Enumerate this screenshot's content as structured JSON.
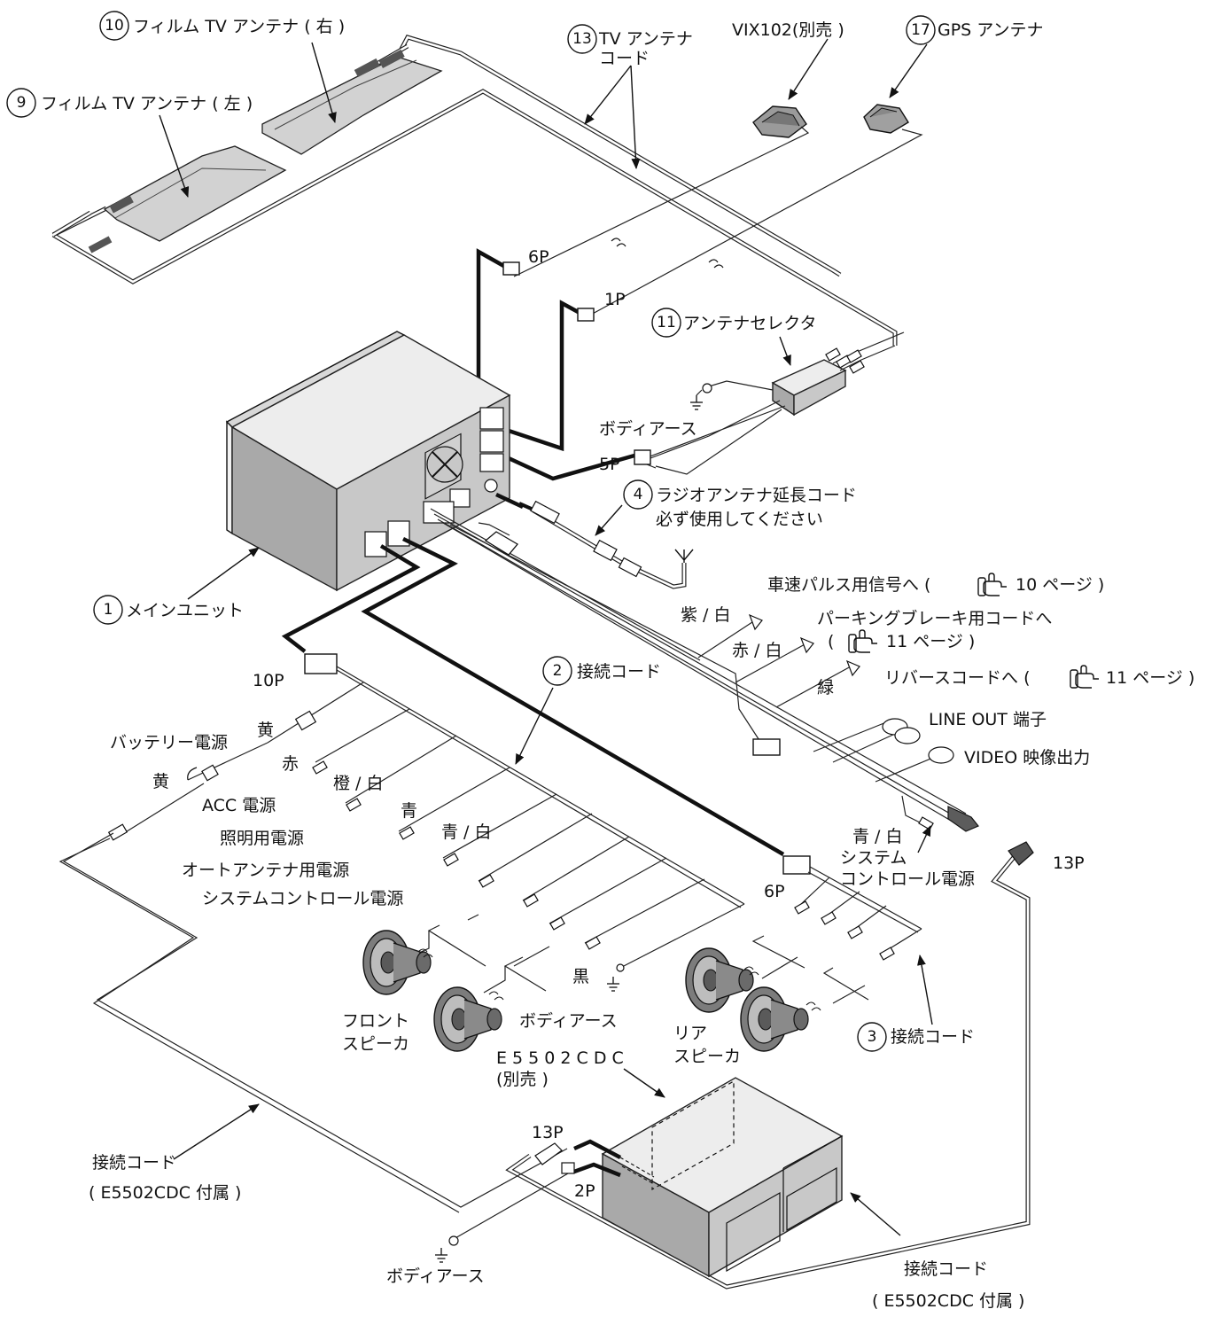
{
  "labels": {
    "film_right": "フィルム TV アンテナ ( 右 )",
    "film_left": "フィルム TV アンテナ ( 左 )",
    "tv_cord_1": "TV アンテナ",
    "tv_cord_2": "コード",
    "vix": "VIX102(別売 )",
    "gps": "GPS アンテナ",
    "selector": "アンテナセレクタ",
    "body_earth_top": "ボディアース",
    "radio_ext": "ラジオアンテナ延長コード",
    "radio_must": "必ず使用してください",
    "main_unit": "メインユニット",
    "speed_pulse": "車速パルス用信号へ (",
    "speed_pulse_page": "10 ページ )",
    "parking": "パーキングブレーキ用コードへ",
    "parking_prefix": "(",
    "parking_page": "11 ページ )",
    "reverse": "リバースコードへ (",
    "reverse_page": "11 ページ )",
    "purple_white": "紫 / 白",
    "red_white": "赤 / 白",
    "green": "緑",
    "line_out": "LINE OUT 端子",
    "video_out": "VIDEO 映像出力",
    "conn_cord_2": "接続コード",
    "conn_cord_3": "接続コード",
    "yellow_1": "黄",
    "battery": "バッテリー電源",
    "yellow_2": "黄",
    "red": "赤",
    "acc": "ACC 電源",
    "orange_white": "橙 / 白",
    "illum": "照明用電源",
    "blue": "青",
    "blue_white": "青 / 白",
    "auto_ant": "オートアンテナ用電源",
    "sys_ctrl": "システムコントロール電源",
    "blue_white_r": "青 / 白",
    "sys_r_1": "システム",
    "sys_r_2": "コントロール電源",
    "black": "黒",
    "body_earth_mid": "ボディアース",
    "front_spk_1": "フロント",
    "front_spk_2": "スピーカ",
    "rear_spk_1": "リア",
    "rear_spk_2": "スピーカ",
    "cdc_1": "E 5 5 0 2 C D C",
    "cdc_2": "(別売 )",
    "conn_e5502_l_1": "接続コード",
    "conn_e5502_l_2": "( E5502CDC 付属 )",
    "conn_e5502_r_1": "接続コード",
    "conn_e5502_r_2": "( E5502CDC 付属 )",
    "body_earth_bot": "ボディアース"
  },
  "pins": {
    "p6_top": "6P",
    "p1": "1P",
    "p5": "5P",
    "p10": "10P",
    "p6_mid": "6P",
    "p13_right": "13P",
    "p13_cdc": "13P",
    "p2": "2P"
  },
  "callouts": {
    "n1": "1",
    "n2": "2",
    "n3": "3",
    "n4": "4",
    "n9": "9",
    "n10": "10",
    "n11": "11",
    "n13": "13",
    "n17": "17"
  },
  "icons": {
    "page_ref": "pointing-hand-icon",
    "ground": "ground-symbol-icon",
    "antenna": "radio-antenna-icon"
  }
}
